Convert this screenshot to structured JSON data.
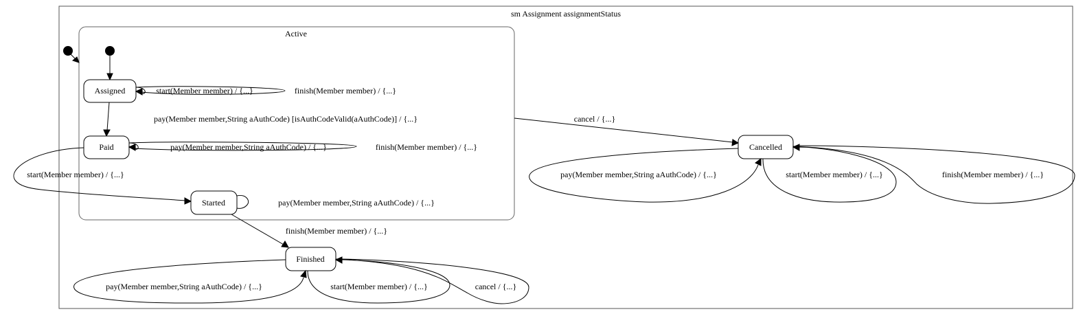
{
  "diagram": {
    "title": "sm Assignment assignmentStatus",
    "composite": {
      "name": "Active"
    },
    "states": {
      "assigned": "Assigned",
      "paid": "Paid",
      "started": "Started",
      "cancelled": "Cancelled",
      "finished": "Finished"
    },
    "transitions": {
      "assigned_self_start": "start(Member member) / {...}",
      "assigned_finish": "finish(Member member) / {...}",
      "assigned_to_paid": "pay(Member member,String aAuthCode) [isAuthCodeValid(aAuthCode)] / {...}",
      "paid_self_pay": "pay(Member member,String aAuthCode) / {...}",
      "paid_finish": "finish(Member member) / {...}",
      "paid_to_started": "start(Member member) / {...}",
      "started_self_pay": "pay(Member member,String aAuthCode) / {...}",
      "active_to_cancelled": "cancel / {...}",
      "cancelled_self_pay": "pay(Member member,String aAuthCode) / {...}",
      "cancelled_self_start": "start(Member member) / {...}",
      "cancelled_self_finish": "finish(Member member) / {...}",
      "started_to_finished": "finish(Member member) / {...}",
      "finished_self_pay": "pay(Member member,String aAuthCode) / {...}",
      "finished_self_start": "start(Member member) / {...}",
      "finished_self_cancel": "cancel / {...}"
    }
  }
}
